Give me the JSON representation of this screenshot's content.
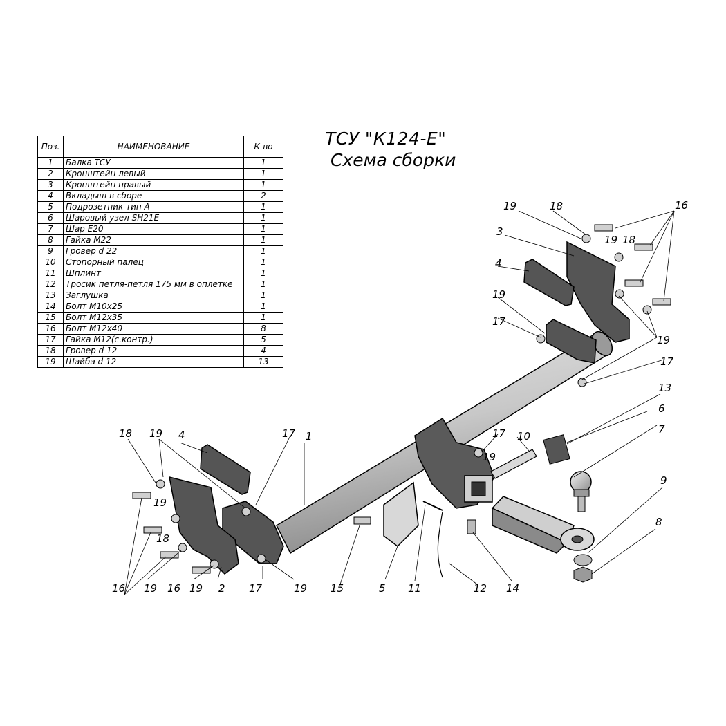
{
  "title": {
    "line1": "ТСУ \"К124-Е\"",
    "line2": "Схема сборки"
  },
  "table": {
    "headers": [
      "Поз.",
      "НАИМЕНОВАНИЕ",
      "К-во"
    ],
    "rows": [
      {
        "pos": "1",
        "name": "Балка ТСУ",
        "qty": "1"
      },
      {
        "pos": "2",
        "name": "Кронштейн левый",
        "qty": "1"
      },
      {
        "pos": "3",
        "name": "Кронштейн правый",
        "qty": "1"
      },
      {
        "pos": "4",
        "name": "Вкладыш в сборе",
        "qty": "2"
      },
      {
        "pos": "5",
        "name": "Подрозетник тип А",
        "qty": "1"
      },
      {
        "pos": "6",
        "name": "Шаровый узел SH21E",
        "qty": "1"
      },
      {
        "pos": "7",
        "name": "Шар Е20",
        "qty": "1"
      },
      {
        "pos": "8",
        "name": "Гайка М22",
        "qty": "1"
      },
      {
        "pos": "9",
        "name": "Гровер d 22",
        "qty": "1"
      },
      {
        "pos": "10",
        "name": "Стопорный палец",
        "qty": "1"
      },
      {
        "pos": "11",
        "name": "Шплинт",
        "qty": "1"
      },
      {
        "pos": "12",
        "name": "Тросик петля-петля 175 мм в оплетке",
        "qty": "1"
      },
      {
        "pos": "13",
        "name": "Заглушка",
        "qty": "1"
      },
      {
        "pos": "14",
        "name": "Болт М10х25",
        "qty": "1"
      },
      {
        "pos": "15",
        "name": "Болт М12х35",
        "qty": "1"
      },
      {
        "pos": "16",
        "name": "Болт М12х40",
        "qty": "8"
      },
      {
        "pos": "17",
        "name": "Гайка М12(с.контр.)",
        "qty": "5"
      },
      {
        "pos": "18",
        "name": "Гровер d 12",
        "qty": "4"
      },
      {
        "pos": "19",
        "name": "Шайба d 12",
        "qty": "13"
      }
    ]
  },
  "callouts": {
    "c1": "1",
    "c2": "2",
    "c3": "3",
    "c4a": "4",
    "c4b": "4",
    "c5": "5",
    "c6": "6",
    "c7": "7",
    "c8": "8",
    "c9": "9",
    "c10": "10",
    "c11": "11",
    "c12": "12",
    "c13": "13",
    "c14": "14",
    "c15": "15",
    "c16a": "16",
    "c16b": "16",
    "c16c": "16",
    "c17a": "17",
    "c17b": "17",
    "c17c": "17",
    "c17d": "17",
    "c17e": "17",
    "c18a": "18",
    "c18b": "18",
    "c18c": "18",
    "c18d": "18",
    "c19a": "19",
    "c19b": "19",
    "c19c": "19",
    "c19d": "19",
    "c19e": "19",
    "c19f": "19",
    "c19g": "19",
    "c19h": "19",
    "c19i": "19",
    "c19j": "19"
  },
  "colors": {
    "metal": "#555555",
    "metal_light": "#bdbdbd",
    "line": "#000000"
  }
}
